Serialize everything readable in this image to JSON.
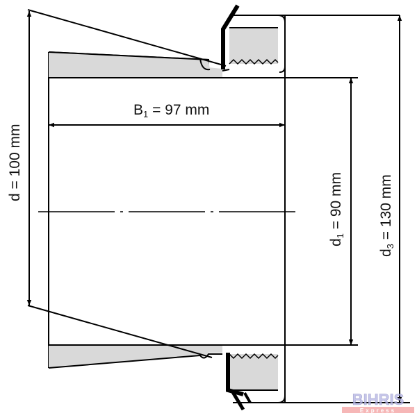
{
  "labels": {
    "bore": {
      "symbol": "d",
      "value": "100 mm"
    },
    "width": {
      "symbol": "B",
      "subscript": "1",
      "value": "97 mm"
    },
    "inner": {
      "symbol": "d",
      "subscript": "1",
      "value": "90 mm"
    },
    "outer": {
      "symbol": "d",
      "subscript": "3",
      "value": "130 mm"
    }
  },
  "watermark": {
    "title": "BIHRIS",
    "subtitle": "Express"
  },
  "colors": {
    "line": "#000000",
    "fill": "#d9d9d9",
    "watermark_bg": "#f4a6a6",
    "watermark_text": "#b9b9e6"
  }
}
